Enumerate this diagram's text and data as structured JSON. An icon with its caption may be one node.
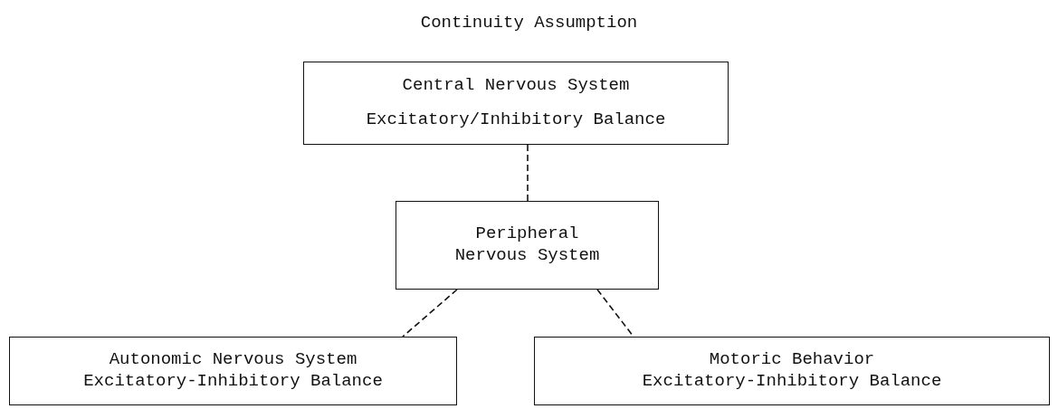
{
  "diagram": {
    "title": "Continuity Assumption",
    "nodes": [
      {
        "text": [
          "Central Nervous System",
          "Excitatory/Inhibitory Balance"
        ]
      },
      {
        "text": [
          "Peripheral Nervous System"
        ]
      },
      {
        "text": [
          "Autonomic Nervous System",
          "Excitatory-Inhibitory Balance"
        ]
      },
      {
        "text": [
          "Motoric Behavior",
          "Excitatory-Inhibitory Balance"
        ]
      }
    ],
    "edges": [
      {
        "from": 0,
        "to": 1,
        "arrow": "none",
        "style": "dashed"
      },
      {
        "from": 1,
        "to": 2,
        "arrow": "none",
        "style": "dashed"
      },
      {
        "from": 1,
        "to": 3,
        "arrow": "none",
        "style": "dashed"
      }
    ]
  }
}
